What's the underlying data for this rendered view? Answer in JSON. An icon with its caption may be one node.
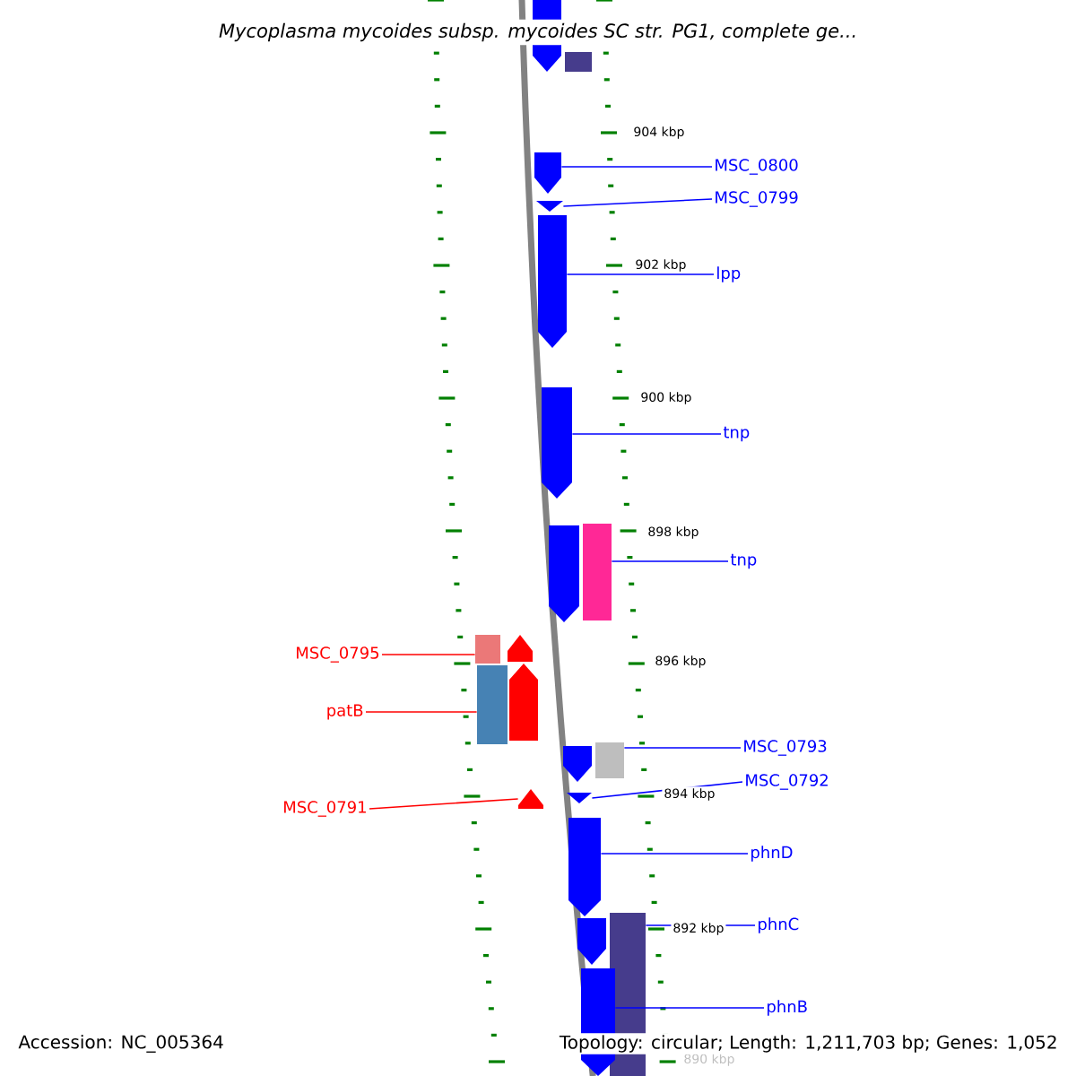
{
  "diagram": {
    "title": "Mycoplasma mycoides subsp. mycoides SC str. PG1, complete ge...",
    "nodes": [
      {
        "text": [],
        "shape": "arrow"
      },
      {
        "text": [],
        "shape": "box"
      },
      {
        "text": [],
        "shape": "arrow"
      },
      {
        "text": [],
        "shape": "triangle"
      },
      {
        "text": [],
        "shape": "arrow"
      },
      {
        "text": [],
        "shape": "arrow"
      },
      {
        "text": [],
        "shape": "arrow"
      },
      {
        "text": [],
        "shape": "box"
      },
      {
        "text": [],
        "shape": "box"
      },
      {
        "text": [],
        "shape": "arrow"
      },
      {
        "text": [],
        "shape": "box"
      },
      {
        "text": [],
        "shape": "arrow"
      },
      {
        "text": [],
        "shape": "arrow"
      },
      {
        "text": [],
        "shape": "arrow"
      },
      {
        "text": [],
        "shape": "box"
      },
      {
        "text": [],
        "shape": "triangle"
      },
      {
        "text": [],
        "shape": "arrow"
      },
      {
        "text": [],
        "shape": "arrow"
      },
      {
        "text": [],
        "shape": "box"
      },
      {
        "text": [],
        "shape": "arrow"
      },
      {
        "text": [
          "MSC_0800"
        ]
      },
      {
        "text": [
          "MSC_0799"
        ]
      },
      {
        "text": [
          "lpp"
        ]
      },
      {
        "text": [
          "tnp"
        ]
      },
      {
        "text": [
          "tnp"
        ]
      },
      {
        "text": [
          "MSC_0795"
        ]
      },
      {
        "text": [
          "patB"
        ]
      },
      {
        "text": [
          "MSC_0793"
        ]
      },
      {
        "text": [
          "MSC_0792"
        ]
      },
      {
        "text": [
          "MSC_0791"
        ]
      },
      {
        "text": [
          "phnD"
        ]
      },
      {
        "text": [
          "phnC"
        ]
      },
      {
        "text": [
          "phnB"
        ]
      }
    ],
    "edges": [
      {
        "from": 20,
        "to": 2,
        "arrow": "none"
      },
      {
        "from": 21,
        "to": 3,
        "arrow": "none"
      },
      {
        "from": 22,
        "to": 4,
        "arrow": "none"
      },
      {
        "from": 23,
        "to": 5,
        "arrow": "none"
      },
      {
        "from": 24,
        "to": 7,
        "arrow": "none"
      },
      {
        "from": 25,
        "to": 8,
        "arrow": "none",
        "color": "#ff0000"
      },
      {
        "from": 26,
        "to": 10,
        "arrow": "none",
        "color": "#ff0000"
      },
      {
        "from": 27,
        "to": 14,
        "arrow": "none"
      },
      {
        "from": 28,
        "to": 15,
        "arrow": "none"
      },
      {
        "from": 29,
        "to": 12,
        "arrow": "none",
        "color": "#ff0000"
      },
      {
        "from": 30,
        "to": 16,
        "arrow": "none"
      },
      {
        "from": 31,
        "to": 18,
        "arrow": "none"
      },
      {
        "from": 32,
        "to": 19,
        "arrow": "none"
      }
    ],
    "labels": [
      "904 kbp",
      "902 kbp",
      "900 kbp",
      "898 kbp",
      "896 kbp",
      "894 kbp",
      "892 kbp",
      "890 kbp",
      "Accession: NC_005364",
      "Topology: circular; Length: 1,211,703 bp; Genes: 1,052"
    ]
  }
}
